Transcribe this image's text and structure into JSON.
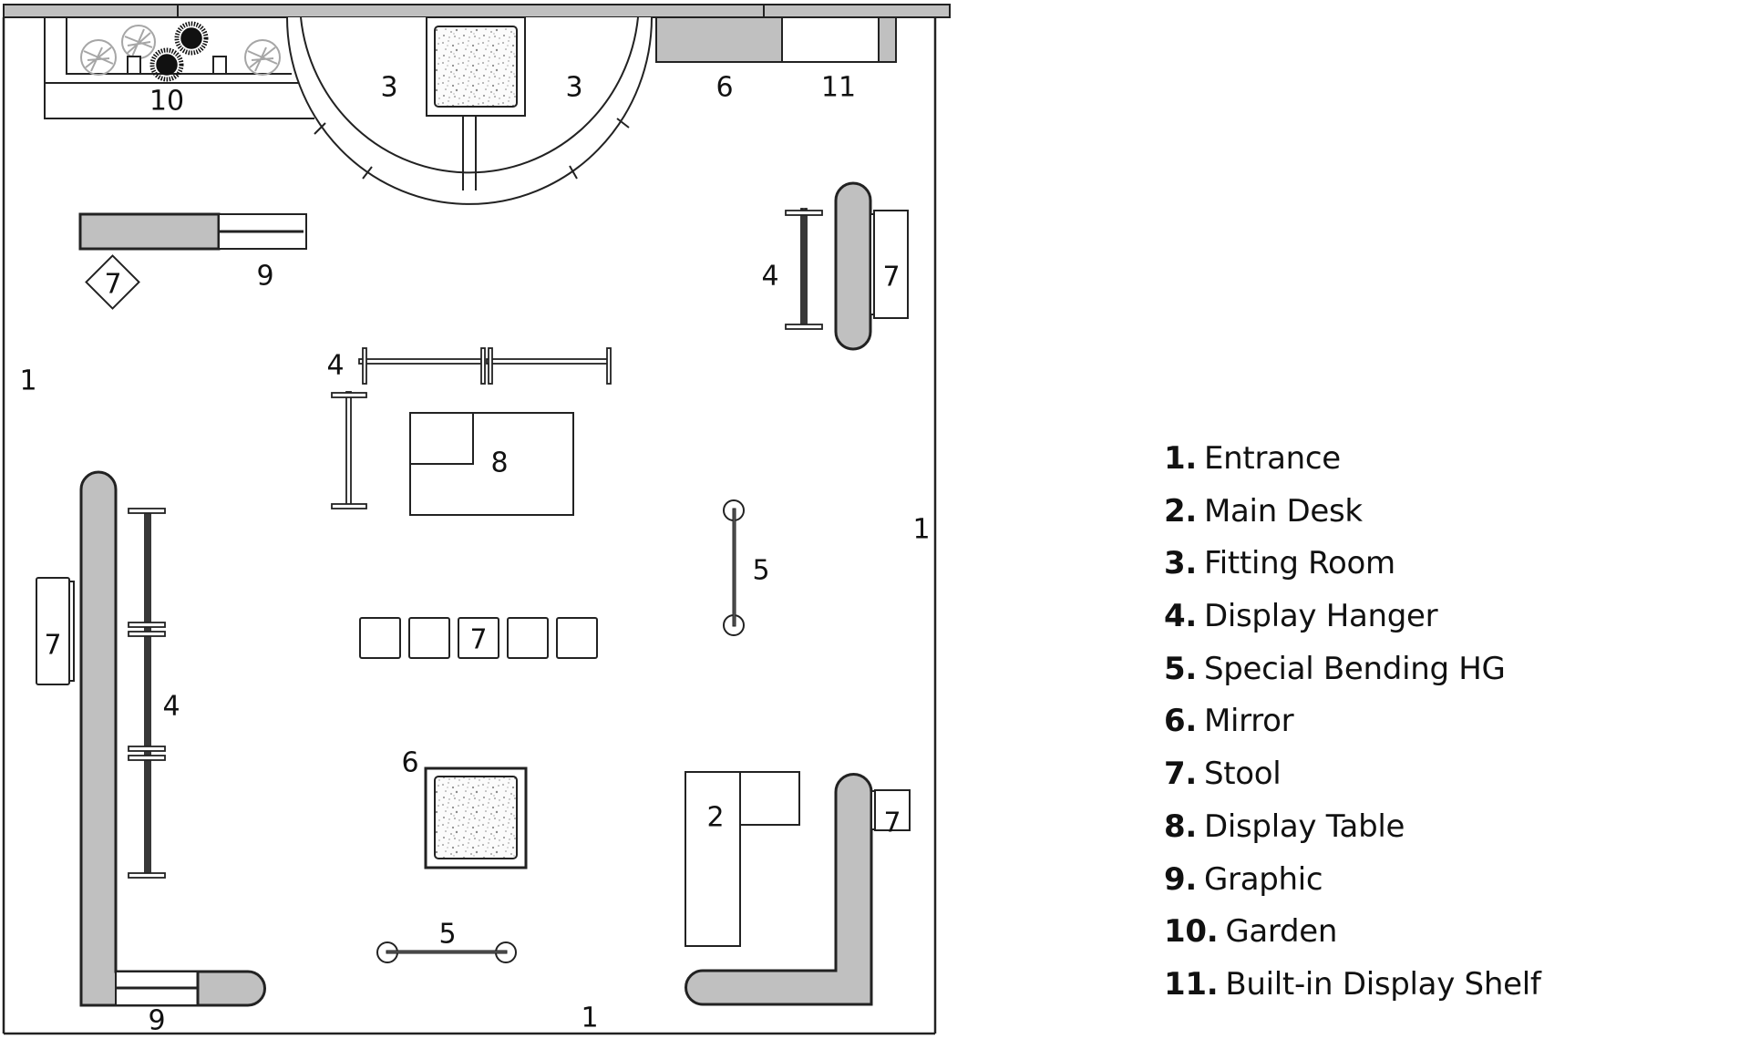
{
  "title": "Store Floor Plan",
  "colors": {
    "wall_fill": "#c0c0c0",
    "line": "#222222",
    "plant_grey": "#a6a6a6",
    "plant_dark": "#111111",
    "mirror_speckle": "#8a8a8a"
  },
  "plan_labels": {
    "entrance_left": "1",
    "entrance_right": "1",
    "entrance_bottom": "1",
    "main_desk": "2",
    "fitting_room_left": "3",
    "fitting_room_right": "3",
    "hanger_top_right": "4",
    "hanger_center": "4",
    "hanger_left": "4",
    "bending_hg_right": "5",
    "bending_hg_bottom": "5",
    "mirror_top": "6",
    "mirror_center": "6",
    "stool_top_left": "7",
    "stool_top_right": "7",
    "stool_left": "7",
    "stool_row": "7",
    "stool_bottom_right": "7",
    "display_table": "8",
    "graphic_top": "9",
    "graphic_bottom": "9",
    "garden": "10",
    "built_in_shelf": "11"
  },
  "legend": [
    {
      "num": "1.",
      "label": "Entrance"
    },
    {
      "num": "2.",
      "label": "Main Desk"
    },
    {
      "num": "3.",
      "label": "Fitting Room"
    },
    {
      "num": "4.",
      "label": "Display Hanger"
    },
    {
      "num": "5.",
      "label": "Special Bending HG"
    },
    {
      "num": "6.",
      "label": "Mirror"
    },
    {
      "num": "7.",
      "label": "Stool"
    },
    {
      "num": "8.",
      "label": "Display Table"
    },
    {
      "num": "9.",
      "label": "Graphic"
    },
    {
      "num": "10.",
      "label": "Garden"
    },
    {
      "num": "11.",
      "label": "Built-in Display Shelf"
    }
  ]
}
